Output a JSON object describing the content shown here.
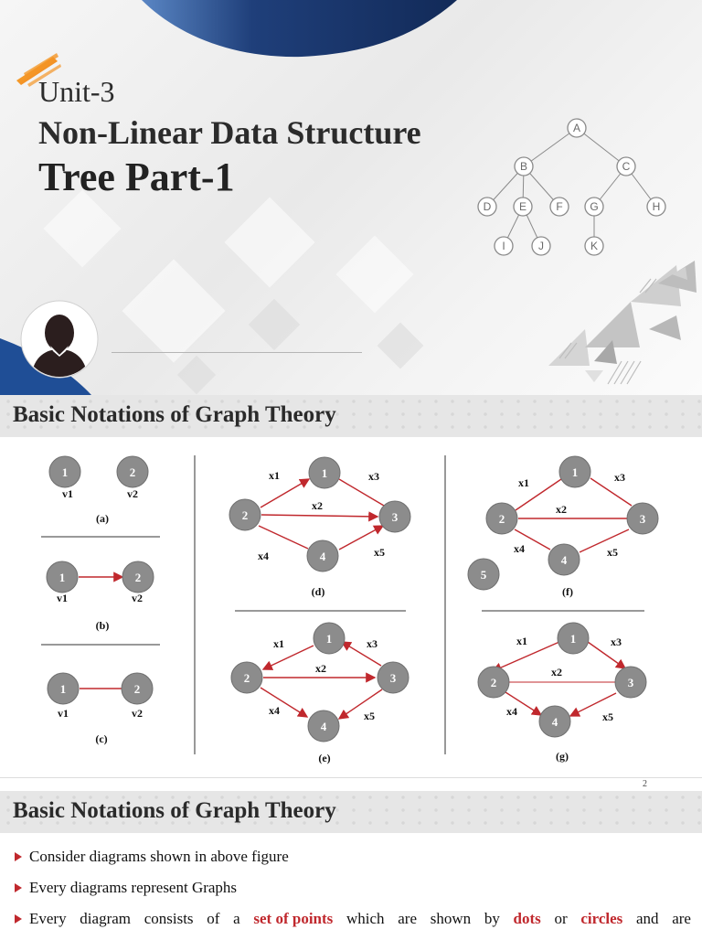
{
  "title_slide": {
    "unit": "Unit-3",
    "subtitle": "Non-Linear Data Structure",
    "title": "Tree Part-1",
    "colors": {
      "navy": "#1f3f7a",
      "accent_orange": "#f39c12"
    },
    "icons": [
      "avatar-icon",
      "orange-brush-stroke"
    ],
    "tree_nodes": [
      "A",
      "B",
      "C",
      "D",
      "E",
      "F",
      "G",
      "H",
      "I",
      "J",
      "K"
    ]
  },
  "slide2": {
    "heading": "Basic Notations of Graph Theory",
    "diagrams": {
      "a": {
        "caption": "(a)",
        "nodes": [
          "1",
          "2"
        ],
        "labels": [
          "v1",
          "v2"
        ]
      },
      "b": {
        "caption": "(b)",
        "nodes": [
          "1",
          "2"
        ],
        "labels": [
          "v1",
          "v2"
        ]
      },
      "c": {
        "caption": "(c)",
        "nodes": [
          "1",
          "2"
        ],
        "labels": [
          "v1",
          "v2"
        ]
      },
      "d": {
        "caption": "(d)",
        "nodes": [
          "1",
          "2",
          "3",
          "4"
        ],
        "edges": [
          "x1",
          "x2",
          "x3",
          "x4",
          "x5"
        ]
      },
      "e": {
        "caption": "(e)",
        "nodes": [
          "1",
          "2",
          "3",
          "4"
        ],
        "edges": [
          "x1",
          "x2",
          "x3",
          "x4",
          "x5"
        ]
      },
      "f": {
        "caption": "(f)",
        "nodes": [
          "1",
          "2",
          "3",
          "4",
          "5"
        ],
        "edges": [
          "x1",
          "x2",
          "x3",
          "x4",
          "x5"
        ]
      },
      "g": {
        "caption": "(g)",
        "nodes": [
          "1",
          "2",
          "3",
          "4"
        ],
        "edges": [
          "x1",
          "x2",
          "x3",
          "x4",
          "x5"
        ]
      }
    },
    "page_number": "2",
    "colors": {
      "node": "#8c8c8c",
      "edge": "#c0282d"
    }
  },
  "slide3": {
    "heading": "Basic Notations of Graph Theory",
    "bullets": [
      {
        "text": "Consider diagrams shown in above figure"
      },
      {
        "text": "Every diagrams represent Graphs"
      },
      {
        "parts": [
          "Every",
          "diagram",
          "consists",
          "of",
          "a",
          "set of points",
          "which",
          "are",
          "shown",
          "by",
          "dots",
          "or",
          "circles",
          "and",
          "are"
        ]
      }
    ]
  }
}
